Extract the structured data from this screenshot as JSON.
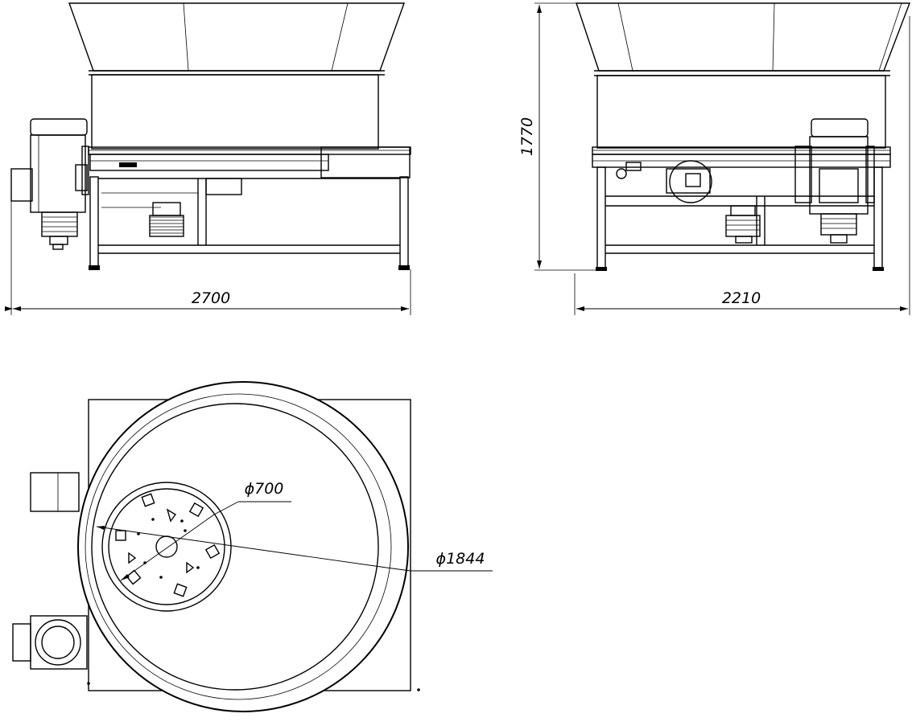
{
  "dimensions": {
    "front_width": "2700",
    "side_height": "1770",
    "side_width": "2210",
    "inner_diameter": "ϕ700",
    "outer_diameter": "ϕ1844"
  }
}
